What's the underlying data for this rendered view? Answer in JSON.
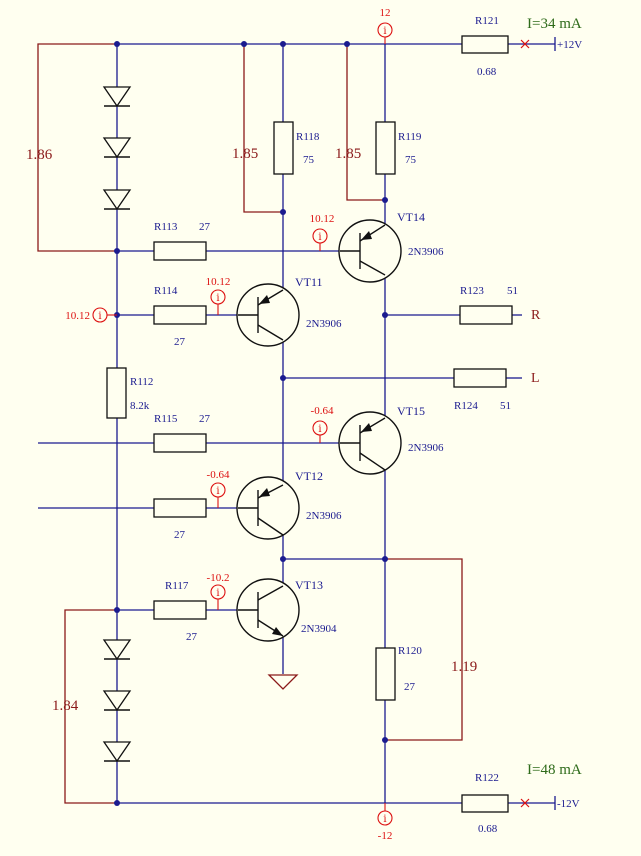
{
  "resistors": {
    "R121": {
      "name": "R121",
      "value": "0.68"
    },
    "R118": {
      "name": "R118",
      "value": "75"
    },
    "R119": {
      "name": "R119",
      "value": "75"
    },
    "R113": {
      "name": "R113",
      "value": "27"
    },
    "R114": {
      "name": "R114",
      "value": "27"
    },
    "R112": {
      "name": "R112",
      "value": "8.2k"
    },
    "R115": {
      "name": "R115",
      "value": "27"
    },
    "R116": {
      "name": "",
      "value": "27"
    },
    "R117": {
      "name": "R117",
      "value": "27"
    },
    "R123": {
      "name": "R123",
      "value": "51"
    },
    "R124": {
      "name": "R124",
      "value": "51"
    },
    "R120": {
      "name": "R120",
      "value": "27"
    },
    "R122": {
      "name": "R122",
      "value": "0.68"
    }
  },
  "transistors": {
    "VT14": {
      "name": "VT14",
      "part": "2N3906"
    },
    "VT11": {
      "name": "VT11",
      "part": "2N3906"
    },
    "VT15": {
      "name": "VT15",
      "part": "2N3906"
    },
    "VT12": {
      "name": "VT12",
      "part": "2N3906"
    },
    "VT13": {
      "name": "VT13",
      "part": "2N3904"
    }
  },
  "probes": {
    "top": "12",
    "vt14_base": "10.12",
    "vt11_base": "10.12",
    "left_node": "10.12",
    "vt15_base": "-0.64",
    "vt12_base": "-0.64",
    "vt13_base": "-10.2",
    "bottom": "-12",
    "probe_symbol": "i"
  },
  "voltage_drops": {
    "diodes_top": "1.86",
    "r118": "1.85",
    "r119": "1.85",
    "r120": "1.19",
    "diodes_bottom": "1.84"
  },
  "supplies": {
    "positive": "+12V",
    "negative": "-12V",
    "current_top": "I=34 mA",
    "current_bottom": "I=48 mA"
  },
  "outputs": {
    "right": "R",
    "left": "L"
  }
}
